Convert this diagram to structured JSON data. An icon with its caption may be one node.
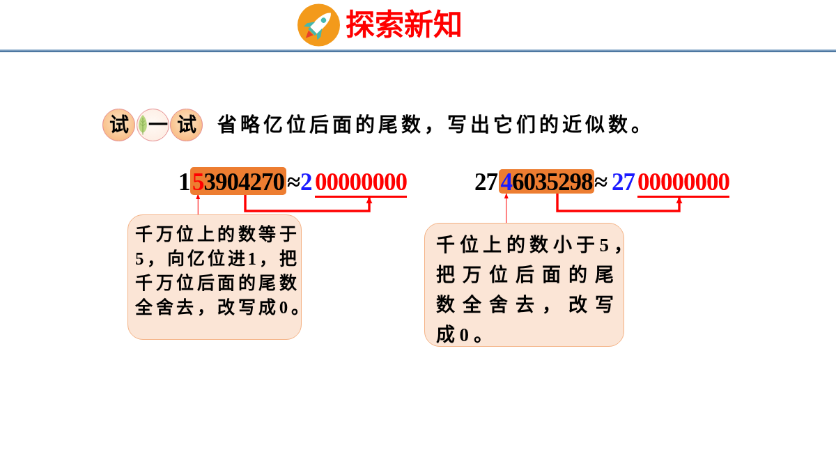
{
  "diagram": {
    "title": "探索新知",
    "nodes": [
      {
        "text": [
          "试"
        ]
      },
      {
        "text": [
          "一"
        ]
      },
      {
        "text": [
          "试"
        ]
      },
      {
        "text": [
          "3904270"
        ]
      },
      {
        "text": [
          "5"
        ],
        "in": 3
      },
      {
        "text": [
          "00000000"
        ]
      },
      {
        "text": [
          "6035298"
        ]
      },
      {
        "text": [
          "4"
        ],
        "in": 6
      },
      {
        "text": [
          "00000000"
        ]
      },
      {
        "text": [
          "千万位上的数等于5，向亿位进1，把千万位后面的尾数全舍去，改写成0。"
        ]
      },
      {
        "text": [
          "千位上的数小于5，把万位后面的尾数全舍去，改写成0。"
        ]
      }
    ],
    "edges": [
      {
        "from": 9,
        "to": 4,
        "arrow": "to"
      },
      {
        "from": 3,
        "to": 5,
        "arrow": "to",
        "style": "thick"
      },
      {
        "from": 10,
        "to": 7,
        "arrow": "to"
      },
      {
        "from": 6,
        "to": 8,
        "arrow": "to",
        "style": "thick"
      }
    ],
    "labels": [
      "省略亿位后面的尾数，写出它们的近似数。",
      "1",
      "≈",
      "2",
      "27",
      "≈",
      "27"
    ]
  }
}
